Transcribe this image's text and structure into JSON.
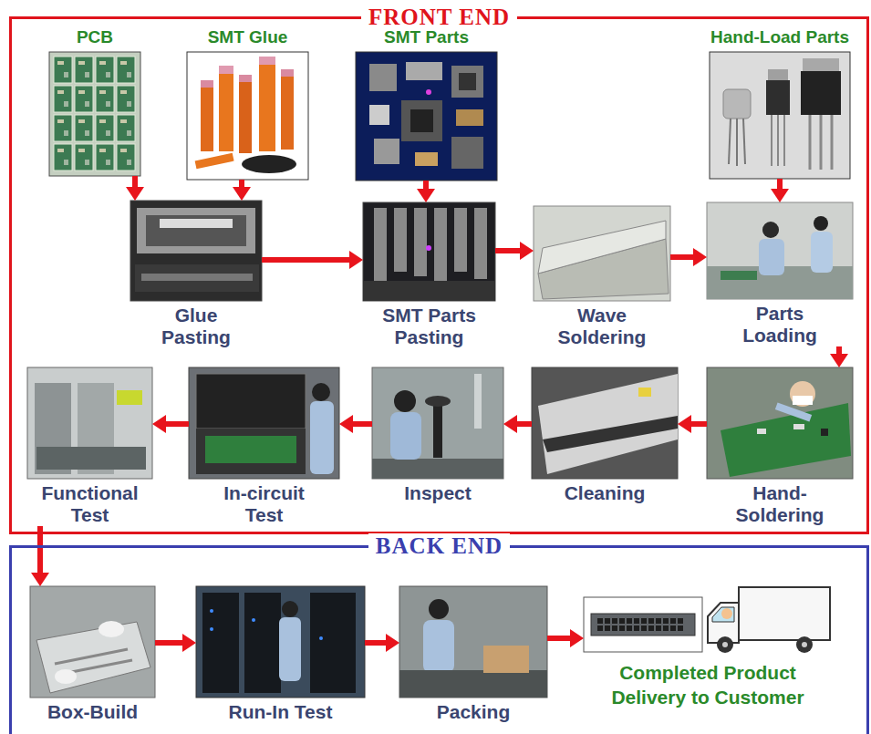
{
  "diagram": {
    "nodes": [
      {
        "text": [
          "FRONT END"
        ]
      },
      {
        "text": [
          "PCB"
        ],
        "in": 0
      },
      {
        "text": [
          "SMT Glue"
        ],
        "in": 0
      },
      {
        "text": [
          "SMT Parts"
        ],
        "in": 0
      },
      {
        "text": [
          "Hand-Load Parts"
        ],
        "in": 0
      },
      {
        "text": [
          "Glue Pasting"
        ],
        "in": 0
      },
      {
        "text": [
          "SMT Parts Pasting"
        ],
        "in": 0
      },
      {
        "text": [
          "Wave Soldering"
        ],
        "in": 0
      },
      {
        "text": [
          "Parts Loading"
        ],
        "in": 0
      },
      {
        "text": [
          "Hand-Soldering"
        ],
        "in": 0
      },
      {
        "text": [
          "Cleaning"
        ],
        "in": 0
      },
      {
        "text": [
          "Inspect"
        ],
        "in": 0
      },
      {
        "text": [
          "In-circuit Test"
        ],
        "in": 0
      },
      {
        "text": [
          "Functional Test"
        ],
        "in": 0
      },
      {
        "text": [
          "BACK END"
        ]
      },
      {
        "text": [
          "Box-Build"
        ],
        "in": 14
      },
      {
        "text": [
          "Run-In Test"
        ],
        "in": 14
      },
      {
        "text": [
          "Packing"
        ],
        "in": 14
      },
      {
        "text": [
          "Completed Product Delivery to Customer"
        ],
        "in": 14
      }
    ],
    "edges": [
      {
        "from": 1,
        "to": 5,
        "arrow": "to"
      },
      {
        "from": 2,
        "to": 5,
        "arrow": "to"
      },
      {
        "from": 5,
        "to": 6,
        "arrow": "to"
      },
      {
        "from": 3,
        "to": 6,
        "arrow": "to"
      },
      {
        "from": 6,
        "to": 7,
        "arrow": "to"
      },
      {
        "from": 7,
        "to": 8,
        "arrow": "to"
      },
      {
        "from": 4,
        "to": 8,
        "arrow": "to"
      },
      {
        "from": 8,
        "to": 9,
        "arrow": "to"
      },
      {
        "from": 9,
        "to": 10,
        "arrow": "to"
      },
      {
        "from": 10,
        "to": 11,
        "arrow": "to"
      },
      {
        "from": 11,
        "to": 12,
        "arrow": "to"
      },
      {
        "from": 12,
        "to": 13,
        "arrow": "to"
      },
      {
        "from": 13,
        "to": 15,
        "arrow": "to"
      },
      {
        "from": 15,
        "to": 16,
        "arrow": "to"
      },
      {
        "from": 16,
        "to": 17,
        "arrow": "to"
      },
      {
        "from": 17,
        "to": 18,
        "arrow": "to"
      }
    ]
  }
}
